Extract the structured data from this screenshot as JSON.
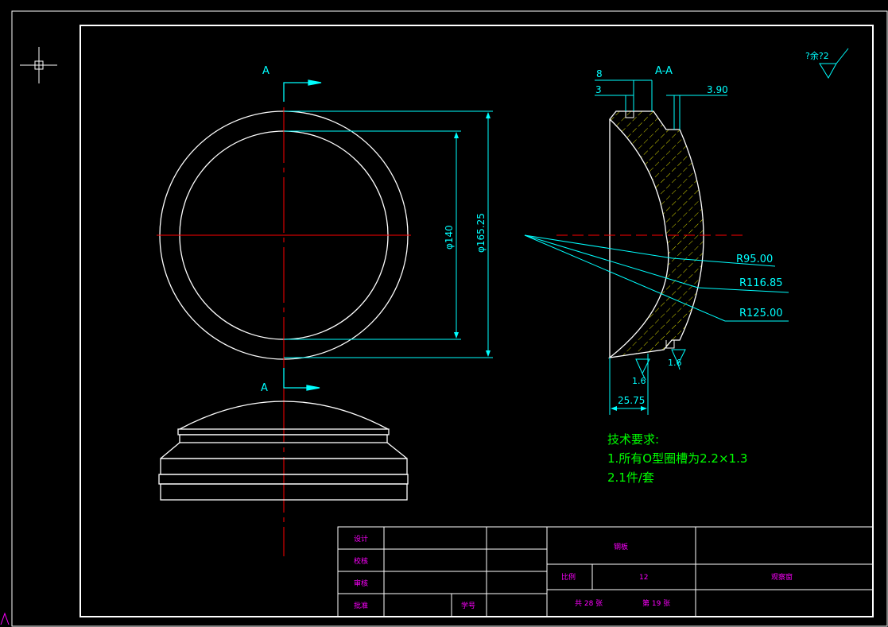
{
  "drawing": {
    "background": "#000000",
    "colors": {
      "outline": "#ffffff",
      "dimension": "#00ffff",
      "centerline": "#ff0000",
      "notes": "#00ff00",
      "hatch": "#ffff00",
      "titleblock_text": "#ff00ff"
    },
    "section_labels": {
      "top_view": "A",
      "side_view": "A",
      "section_title": "A-A"
    },
    "dimensions": {
      "inner_diameter": "φ140",
      "outer_diameter": "φ165.25",
      "top_width": "8",
      "top_offset": "3",
      "right_offset": "3.90",
      "r_small": "R95.00",
      "r_mid": "R116.85",
      "r_large": "R125.00",
      "bottom_width": "25.75",
      "groove_left": "1.6",
      "groove_right": "1.6"
    },
    "roughness_mark": "?余?2",
    "tech_requirements": {
      "title": "技术要求:",
      "line1": "1.所有O型圈槽为2.2×1.3",
      "line2": "2.1件/套"
    },
    "title_block": {
      "design_label": "设计",
      "check_label": "校核",
      "review_label": "审核",
      "approve_label": "批准",
      "part_name": "钢板",
      "scale_label": "比例",
      "scale_value": "12",
      "drawing_name": "观察窗",
      "sheet_total": "共 28 张",
      "sheet_index": "第 19 张",
      "mark_label": "学号"
    }
  }
}
